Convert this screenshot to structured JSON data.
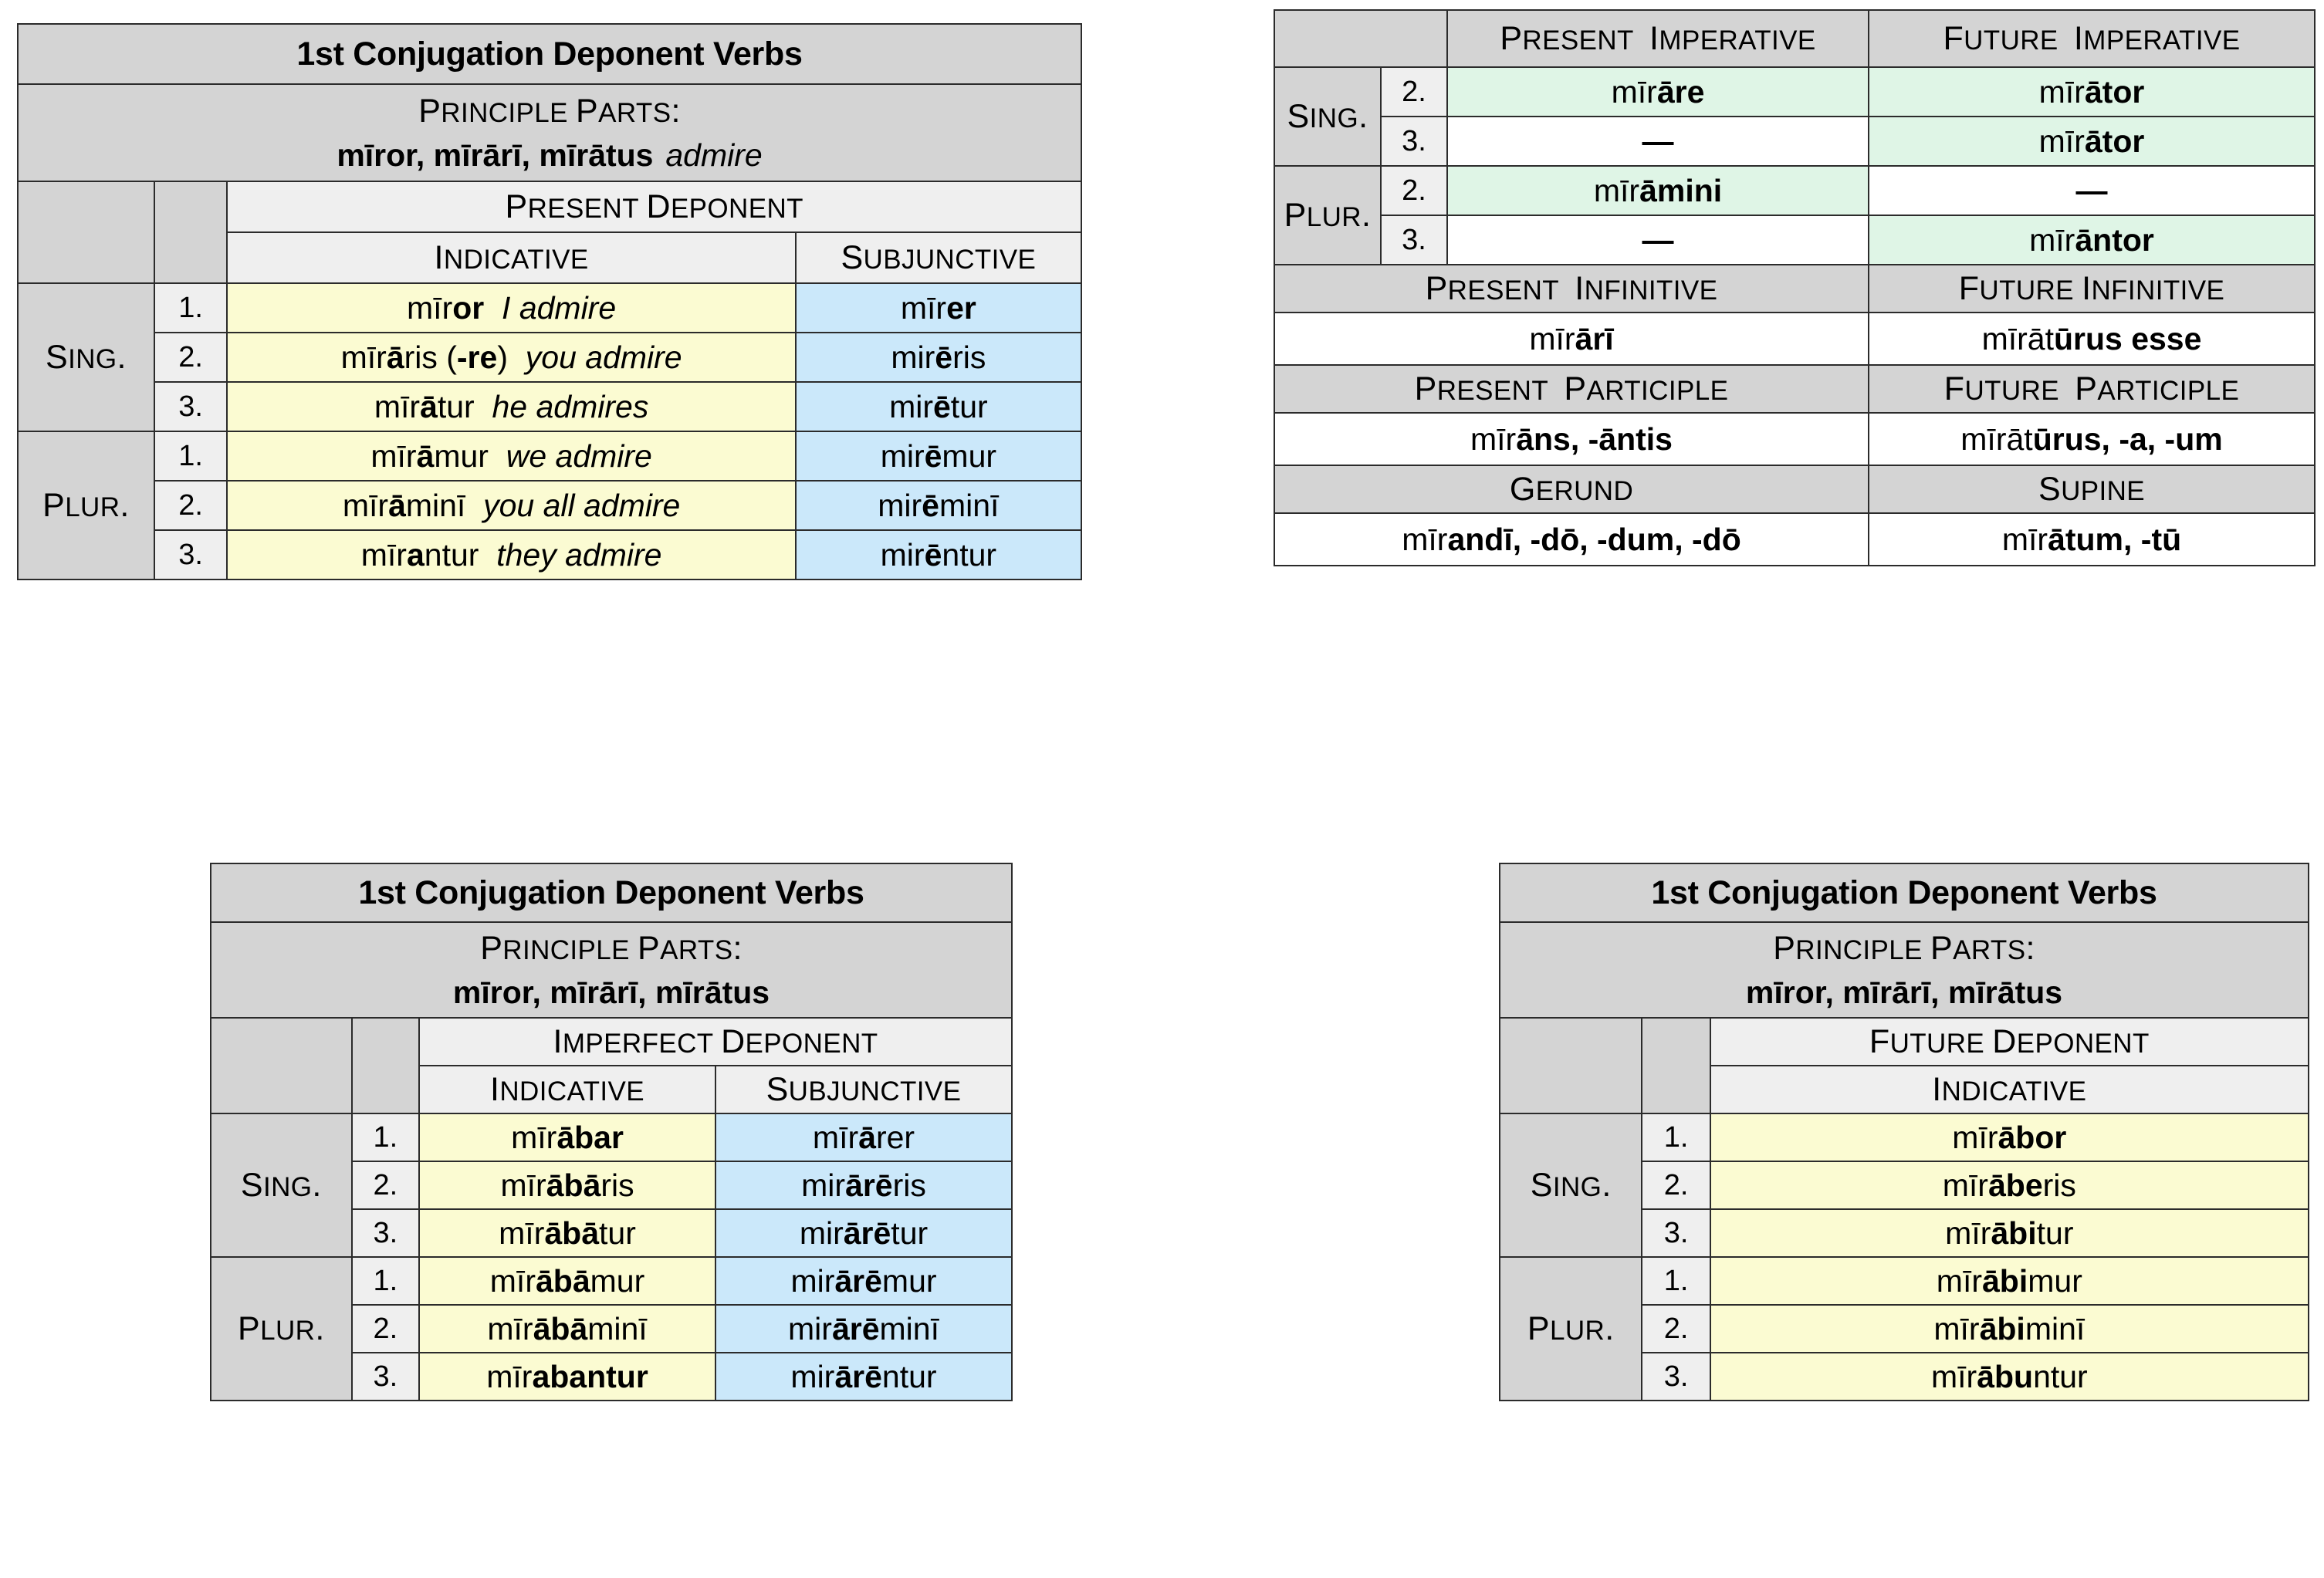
{
  "colors": {
    "header_grey": "#d4d4d4",
    "subheader_grey": "#efefef",
    "indicative_yellow": "#fbfbd2",
    "subjunctive_blue": "#cbe8fa",
    "imperative_mint": "#dff5e6",
    "border": "#2b2b2b"
  },
  "labels": {
    "title": "1st Conjugation Deponent Verbs",
    "principle_parts_label": "Principle Parts:",
    "sing": "Sing.",
    "plur": "Plur.",
    "indicative": "Indicative",
    "subjunctive": "Subjunctive",
    "n1": "1.",
    "n2": "2.",
    "n3": "3.",
    "dash": "—"
  },
  "present_table": {
    "title": "1st Conjugation Deponent Verbs",
    "principle_parts_label": "Principle Parts:",
    "principle_parts": "mīror, mīrārī, mīrātus",
    "principle_parts_gloss": "admire",
    "tense_header": "Present Deponent",
    "col_indicative": "Indicative",
    "col_subjunctive": "Subjunctive",
    "groups": [
      {
        "label": "Sing.",
        "rows": [
          {
            "person": "1.",
            "indicative_stem": "mīr",
            "indicative_ending": "or",
            "indicative_tail": "",
            "gloss": "I admire",
            "subjunctive_stem": "mīr",
            "subjunctive_ending": "er",
            "subjunctive_tail": ""
          },
          {
            "person": "2.",
            "indicative_stem": "mīr",
            "indicative_ending": "ā",
            "indicative_tail": "ris (-",
            "indicative_ending2": "re",
            "indicative_tail2": ")",
            "gloss": "you admire",
            "subjunctive_stem": "mir",
            "subjunctive_ending": "ē",
            "subjunctive_tail": "ris"
          },
          {
            "person": "3.",
            "indicative_stem": "mīr",
            "indicative_ending": "ā",
            "indicative_tail": "tur",
            "gloss": "he admires",
            "subjunctive_stem": "mir",
            "subjunctive_ending": "ē",
            "subjunctive_tail": "tur"
          }
        ]
      },
      {
        "label": "Plur.",
        "rows": [
          {
            "person": "1.",
            "indicative_stem": "mīr",
            "indicative_ending": "ā",
            "indicative_tail": "mur",
            "gloss": "we admire",
            "subjunctive_stem": "mir",
            "subjunctive_ending": "ē",
            "subjunctive_tail": "mur"
          },
          {
            "person": "2.",
            "indicative_stem": "mīr",
            "indicative_ending": "ā",
            "indicative_tail": "minī",
            "gloss": "you all admire",
            "subjunctive_stem": "mir",
            "subjunctive_ending": "ē",
            "subjunctive_tail": "minī"
          },
          {
            "person": "3.",
            "indicative_stem": "mīr",
            "indicative_ending": "a",
            "indicative_tail": "ntur",
            "gloss": "they admire",
            "subjunctive_stem": "mir",
            "subjunctive_ending": "ē",
            "subjunctive_tail": "ntur"
          }
        ]
      }
    ],
    "flat_forms": {
      "sing1_ind": "mīror",
      "sing1_gloss": "I admire",
      "sing1_sub": "mīrer",
      "sing2_ind": "mīrāris (-re)",
      "sing2_gloss": "you admire",
      "sing2_sub": "mirēris",
      "sing3_ind": "mīrātur",
      "sing3_gloss": "he admires",
      "sing3_sub": "mirētur",
      "plur1_ind": "mīrāmur",
      "plur1_gloss": "we admire",
      "plur1_sub": "mirēmur",
      "plur2_ind": "mīrāminī",
      "plur2_gloss": "you all admire",
      "plur2_sub": "mirēminī",
      "plur3_ind": "mīrantur",
      "plur3_gloss": "they admire",
      "plur3_sub": "mirēntur"
    }
  },
  "imperative_table": {
    "col_present_imperative": "Present Imperative",
    "col_future_imperative": "Future Imperative",
    "rows": [
      {
        "group": "Sing.",
        "person": "2.",
        "present": "mīrāre",
        "present_stem": "mīr",
        "present_bold": "āre",
        "future": "mīrātor",
        "future_stem": "mir",
        "future_bold": "ātor",
        "present_empty": false,
        "future_empty": false
      },
      {
        "group": "",
        "person": "3.",
        "present": "—",
        "future": "mīrātor",
        "future_stem": "mir",
        "future_bold": "ātor",
        "present_empty": true,
        "future_empty": false
      },
      {
        "group": "Plur.",
        "person": "2.",
        "present": "mīrāmini",
        "present_stem": "mīr",
        "present_bold": "āmini",
        "future": "—",
        "present_empty": false,
        "future_empty": true
      },
      {
        "group": "",
        "person": "3.",
        "present": "—",
        "future": "mīrāntor",
        "future_stem": "mir",
        "future_bold": "āntor",
        "present_empty": true,
        "future_empty": false
      }
    ],
    "present_infinitive_label": "Present Infinitive",
    "future_infinitive_label": "Future Infinitive",
    "present_infinitive": "mīrārī",
    "present_infinitive_stem": "mīr",
    "present_infinitive_bold": "ārī",
    "future_infinitive": "mīrātūrus esse",
    "future_infinitive_stem": "mīrāt",
    "future_infinitive_bold": "ūrus esse",
    "present_participle_label": "Present Participle",
    "future_participle_label": "Future Participle",
    "present_participle": "mīrāns, -āntis",
    "present_participle_stem": "mīr",
    "present_participle_bold": "āns, -āntis",
    "future_participle": "mīrātūrus, -a, -um",
    "future_participle_stem": "mīrāt",
    "future_participle_bold": "ūrus, -a, -um",
    "gerund_label": "Gerund",
    "supine_label": "Supine",
    "gerund": "mīrandī, -dō, -dum, -dō",
    "gerund_stem": "mīr",
    "gerund_bold": "andī, -dō, -dum, -dō",
    "supine": "mīrātum, -tū",
    "supine_stem": "mīr",
    "supine_bold": "ātum, -tū"
  },
  "imperfect_table": {
    "title": "1st Conjugation Deponent Verbs",
    "principle_parts_label": "Principle Parts:",
    "principle_parts": "mīror, mīrārī, mīrātus",
    "tense_header": "Imperfect Deponent",
    "col_indicative": "Indicative",
    "col_subjunctive": "Subjunctive",
    "groups": [
      {
        "label": "Sing.",
        "rows": [
          {
            "person": "1.",
            "ind_stem": "mīr",
            "ind_bold": "ābar",
            "ind_tail": "",
            "sub_stem": "mīr",
            "sub_bold": "ā",
            "sub_tail": "rer"
          },
          {
            "person": "2.",
            "ind_stem": "mīr",
            "ind_bold": "ābā",
            "ind_tail": "ris",
            "sub_stem": "mir",
            "sub_bold": "ārē",
            "sub_tail": "ris"
          },
          {
            "person": "3.",
            "ind_stem": "mīr",
            "ind_bold": "ābā",
            "ind_tail": "tur",
            "sub_stem": "mir",
            "sub_bold": "ārē",
            "sub_tail": "tur"
          }
        ]
      },
      {
        "label": "Plur.",
        "rows": [
          {
            "person": "1.",
            "ind_stem": "mīr",
            "ind_bold": "ābā",
            "ind_tail": "mur",
            "sub_stem": "mir",
            "sub_bold": "ārē",
            "sub_tail": "mur"
          },
          {
            "person": "2.",
            "ind_stem": "mīr",
            "ind_bold": "ābā",
            "ind_tail": "minī",
            "sub_stem": "mir",
            "sub_bold": "ārē",
            "sub_tail": "minī"
          },
          {
            "person": "3.",
            "ind_stem": "mīr",
            "ind_bold": "abantur",
            "ind_tail": "",
            "sub_stem": "mir",
            "sub_bold": "ārē",
            "sub_tail": "ntur"
          }
        ]
      }
    ],
    "flat_forms": {
      "sing1_ind": "mīrābar",
      "sing1_sub": "mīrārer",
      "sing2_ind": "mīrābāris",
      "sing2_sub": "mirārēris",
      "sing3_ind": "mīrābātur",
      "sing3_sub": "mirārētur",
      "plur1_ind": "mīrābāmur",
      "plur1_sub": "mirārēmur",
      "plur2_ind": "mīrābāminī",
      "plur2_sub": "mirārēminī",
      "plur3_ind": "mīrabantur",
      "plur3_sub": "mirārēntur"
    }
  },
  "future_table": {
    "title": "1st Conjugation Deponent Verbs",
    "principle_parts_label": "Principle Parts:",
    "principle_parts": "mīror, mīrārī, mīrātus",
    "tense_header": "Future Deponent",
    "col_indicative": "Indicative",
    "groups": [
      {
        "label": "Sing.",
        "rows": [
          {
            "person": "1.",
            "ind_stem": "mīr",
            "ind_bold": "ābor",
            "ind_tail": ""
          },
          {
            "person": "2.",
            "ind_stem": "mīr",
            "ind_bold": "ābe",
            "ind_tail": "ris"
          },
          {
            "person": "3.",
            "ind_stem": "mīr",
            "ind_bold": "ābi",
            "ind_tail": "tur"
          }
        ]
      },
      {
        "label": "Plur.",
        "rows": [
          {
            "person": "1.",
            "ind_stem": "mīr",
            "ind_bold": "ābi",
            "ind_tail": "mur"
          },
          {
            "person": "2.",
            "ind_stem": "mīr",
            "ind_bold": "ābi",
            "ind_tail": "minī"
          },
          {
            "person": "3.",
            "ind_stem": "mīr",
            "ind_bold": "ābu",
            "ind_tail": "ntur"
          }
        ]
      }
    ],
    "flat_forms": {
      "sing1_ind": "mīrābor",
      "sing2_ind": "mīrāberis",
      "sing3_ind": "mīrābitur",
      "plur1_ind": "mīrābimur",
      "plur2_ind": "mīrābiminī",
      "plur3_ind": "mīrābuntur"
    }
  }
}
